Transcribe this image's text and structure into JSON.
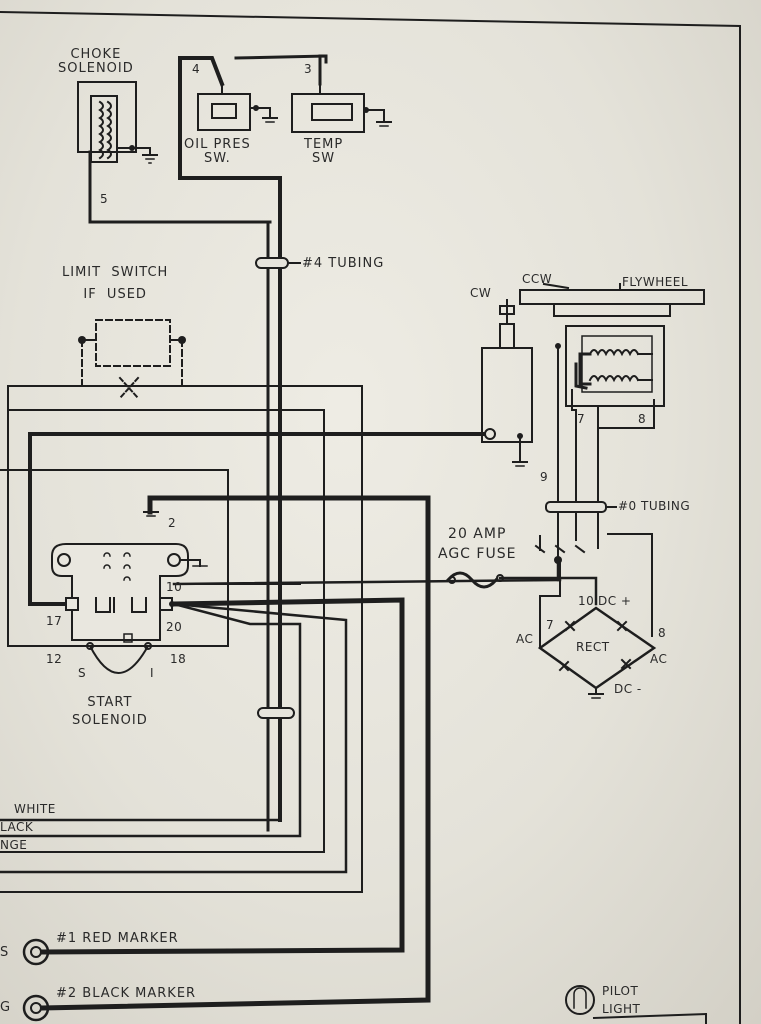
{
  "components": {
    "choke_solenoid": "CHOKE\nSOLENOID",
    "oil_pres_sw": "OIL PRES\nSW.",
    "temp_sw": "TEMP\nSW",
    "limit_switch": "LIMIT  SWITCH\nIF  USED",
    "tubing_4": "#4 TUBING",
    "ccw": "CCW",
    "cw": "CW",
    "flywheel": "FLYWHEEL",
    "tubing_0": "#0 TUBING",
    "fuse": "20 AMP\nAGC FUSE",
    "start_solenoid": "START\nSOLENOID",
    "rect": "RECT",
    "dc_plus": "DC +",
    "dc_minus": "DC -",
    "ac": "AC",
    "wire_white": "WHITE",
    "wire_black": "LACK",
    "wire_orange": "NGE",
    "red_marker": "#1 RED MARKER",
    "black_marker": "#2 BLACK MARKER",
    "terminal_s": "S",
    "terminal_g": "G",
    "pilot_light": "PILOT\nLIGHT"
  },
  "wire_numbers": {
    "w2": "2",
    "w3": "3",
    "w4": "4",
    "w5": "5",
    "w7": "7",
    "w8": "8",
    "w9": "9",
    "w10": "10",
    "w12": "12",
    "w17": "17",
    "w18": "18",
    "w20": "20",
    "rect_7": "7",
    "rect_8": "8",
    "rect_10": "10",
    "sol_s": "S",
    "sol_i": "I"
  }
}
